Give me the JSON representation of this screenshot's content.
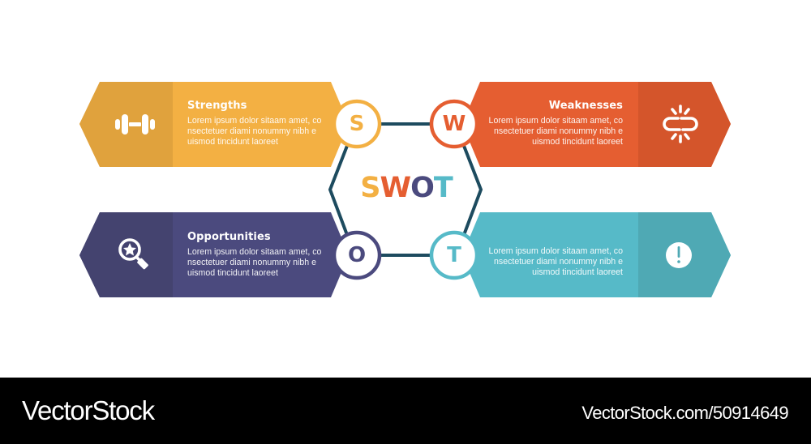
{
  "diagram": {
    "center_title": {
      "letters": [
        "S",
        "W",
        "O",
        "T"
      ]
    },
    "colors": {
      "strengths": "#f3b043",
      "strengths_dark": "#e0a23d",
      "weaknesses": "#e55e31",
      "weaknesses_dark": "#d4552b",
      "opportunities": "#4b4a7e",
      "opportunities_dark": "#44436f",
      "threats": "#56bac8",
      "threats_dark": "#4fa9b4",
      "connector": "#1d4b5f"
    },
    "quadrants": [
      {
        "key": "strengths",
        "letter": "S",
        "title": "Strengths",
        "body_lines": [
          "Lorem ipsum dolor sitaam amet, co",
          "nsectetuer diami nonummy  nibh e",
          "uismod tincidunt laoreet"
        ],
        "icon": "dumbbell-icon"
      },
      {
        "key": "weaknesses",
        "letter": "W",
        "title": "Weaknesses",
        "body_lines": [
          "Lorem ipsum dolor sitaam amet, co",
          "nsectetuer diami nonummy  nibh e",
          "uismod tincidunt laoreet"
        ],
        "icon": "broken-link-icon"
      },
      {
        "key": "opportunities",
        "letter": "O",
        "title": "Opportunities",
        "body_lines": [
          "Lorem ipsum dolor sitaam amet, co",
          "nsectetuer diami nonummy  nibh e",
          "uismod tincidunt laoreet"
        ],
        "icon": "magnifier-star-icon"
      },
      {
        "key": "threats",
        "letter": "T",
        "title": "",
        "body_lines": [
          "Lorem ipsum dolor sitaam amet, co",
          "nsectetuer diami nonummy  nibh e",
          "uismod tincidunt laoreet"
        ],
        "icon": "exclamation-icon"
      }
    ]
  },
  "footer": {
    "brand": "VectorStock",
    "reference": "VectorStock.com/50914649"
  }
}
